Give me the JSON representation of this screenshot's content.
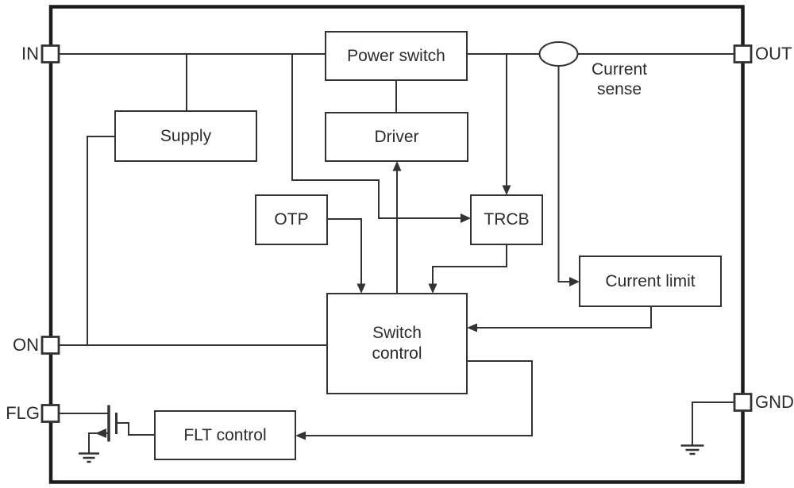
{
  "diagram_type": "block-diagram",
  "blocks": {
    "power_switch": {
      "label": "Power switch"
    },
    "supply": {
      "label": "Supply"
    },
    "driver": {
      "label": "Driver"
    },
    "otp": {
      "label": "OTP"
    },
    "trcb": {
      "label": "TRCB"
    },
    "current_limit": {
      "label": "Current limit"
    },
    "switch_control": {
      "label": "Switch\ncontrol"
    },
    "flt_control": {
      "label": "FLT control"
    }
  },
  "annotations": {
    "current_sense": {
      "label": "Current\nsense"
    }
  },
  "pins": {
    "in": {
      "label": "IN"
    },
    "out": {
      "label": "OUT"
    },
    "on": {
      "label": "ON"
    },
    "flg": {
      "label": "FLG"
    },
    "gnd": {
      "label": "GND"
    }
  },
  "symbols": [
    "current-sense-ellipse",
    "nmos-transistor",
    "ground-symbol-left",
    "ground-symbol-right"
  ],
  "colors": {
    "background": "#ffffff",
    "line": "#333333",
    "chip_border": "#1c1c1c",
    "text": "#2b2b2b"
  }
}
